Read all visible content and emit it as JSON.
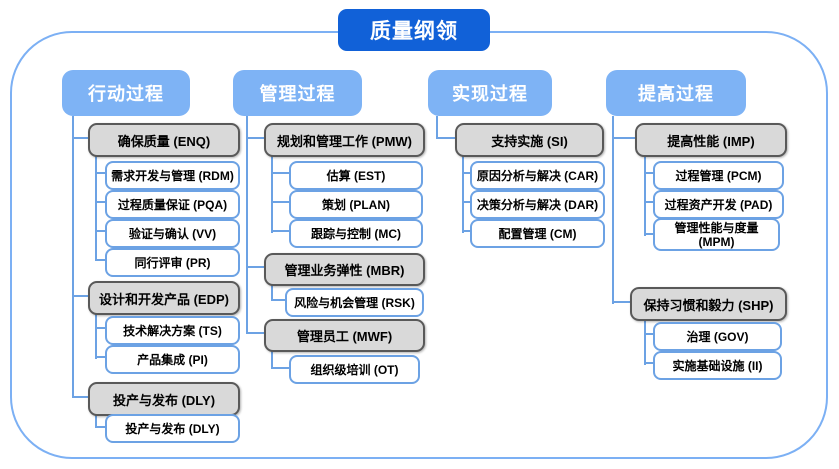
{
  "title": "质量纲领",
  "colors": {
    "title_bg": "#1161D8",
    "column_header_bg": "#7EB3F5",
    "group_box_fill": "#D9D9D9",
    "group_box_border": "#595959",
    "leaf_box_border": "#6CA2E4",
    "connector": "#6CA2E4",
    "frame_border": "#7CB0F4"
  },
  "columns": [
    {
      "header": "行动过程",
      "groups": [
        {
          "label": "确保质量 (ENQ)",
          "children": [
            "需求开发与管理 (RDM)",
            "过程质量保证 (PQA)",
            "验证与确认 (VV)",
            "同行评审 (PR)"
          ]
        },
        {
          "label": "设计和开发产品 (EDP)",
          "children": [
            "技术解决方案 (TS)",
            "产品集成 (PI)"
          ]
        },
        {
          "label": "投产与发布 (DLY)",
          "children": [
            "投产与发布 (DLY)"
          ]
        }
      ]
    },
    {
      "header": "管理过程",
      "groups": [
        {
          "label": "规划和管理工作 (PMW)",
          "children": [
            "估算 (EST)",
            "策划 (PLAN)",
            "跟踪与控制 (MC)"
          ]
        },
        {
          "label": "管理业务弹性 (MBR)",
          "children": [
            "风险与机会管理 (RSK)"
          ]
        },
        {
          "label": "管理员工 (MWF)",
          "children": [
            "组织级培训 (OT)"
          ]
        }
      ]
    },
    {
      "header": "实现过程",
      "groups": [
        {
          "label": "支持实施 (SI)",
          "children": [
            "原因分析与解决 (CAR)",
            "决策分析与解决 (DAR)",
            "配置管理 (CM)"
          ]
        }
      ]
    },
    {
      "header": "提高过程",
      "groups": [
        {
          "label": "提高性能 (IMP)",
          "children": [
            "过程管理 (PCM)",
            "过程资产开发 (PAD)",
            "管理性能与度量 (MPM)"
          ]
        },
        {
          "label": "保持习惯和毅力 (SHP)",
          "children": [
            "治理 (GOV)",
            "实施基础设施 (II)"
          ]
        }
      ]
    }
  ]
}
